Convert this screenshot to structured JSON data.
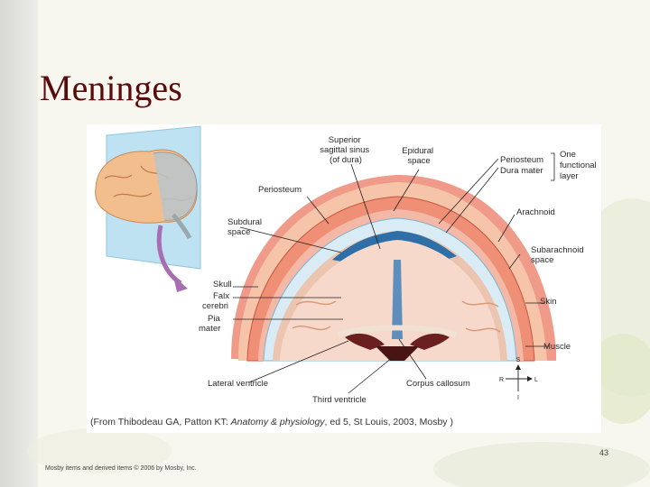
{
  "slide": {
    "title": "Meninges",
    "page_number": "43",
    "copyright": "Mosby items and derived items © 2006 by Mosby, Inc."
  },
  "figure": {
    "labels": {
      "superior_sagittal_sinus": [
        "Superior",
        "sagittal sinus",
        "(of dura)"
      ],
      "epidural_space": [
        "Epidural",
        "space"
      ],
      "periosteum_right": "Periosteum",
      "dura_mater": "Dura mater",
      "one_functional_layer": [
        "One",
        "functional",
        "layer"
      ],
      "periosteum_left": "Periosteum",
      "arachnoid": "Arachnoid",
      "subdural_space": [
        "Subdural",
        "space"
      ],
      "subarachnoid_space": [
        "Subarachnoid",
        "space"
      ],
      "skull": "Skull",
      "falx_cerebri": [
        "Falx",
        "cerebri"
      ],
      "skin": "Skin",
      "pia_mater": [
        "Pia",
        "mater"
      ],
      "muscle": "Muscle",
      "lateral_ventricle": "Lateral ventricle",
      "third_ventricle": "Third ventricle",
      "corpus_callosum": "Corpus callosum"
    },
    "compass": {
      "s": "S",
      "r": "R",
      "l": "L",
      "i": "I"
    },
    "source_prefix": "(From Thibodeau GA, Patton KT: ",
    "source_title": "Anatomy & physiology",
    "source_suffix": ", ed 5, St Louis, 2003, Mosby )"
  }
}
